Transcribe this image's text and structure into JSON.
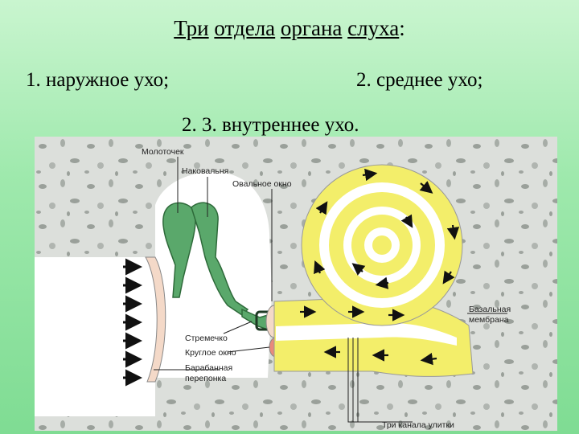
{
  "slide": {
    "title_words": [
      "Три",
      "отдела",
      "органа",
      "слуха"
    ],
    "title_colon": ":",
    "items": [
      {
        "num": "1.",
        "text": "наружное ухо;"
      },
      {
        "num": "2.",
        "text": "среднее ухо;"
      },
      {
        "num": "2. 3.",
        "text": "внутреннее ухо."
      }
    ]
  },
  "diagram": {
    "labels": {
      "malleus": "Молоточек",
      "incus": "Наковальня",
      "oval_window": "Овальное окно",
      "stapes": "Стремечко",
      "round_window": "Круглое окно",
      "eardrum_1": "Барабанная",
      "eardrum_2": "перепонка",
      "basilar_1": "Базальная",
      "basilar_2": "мембрана",
      "channels": "Три канала улитки"
    },
    "colors": {
      "bone": "#d9dcd8",
      "ossicles": "#5aa86b",
      "cochlea": "#f3ee6a",
      "arrows": "#111111",
      "canal": "#ffffff"
    }
  }
}
